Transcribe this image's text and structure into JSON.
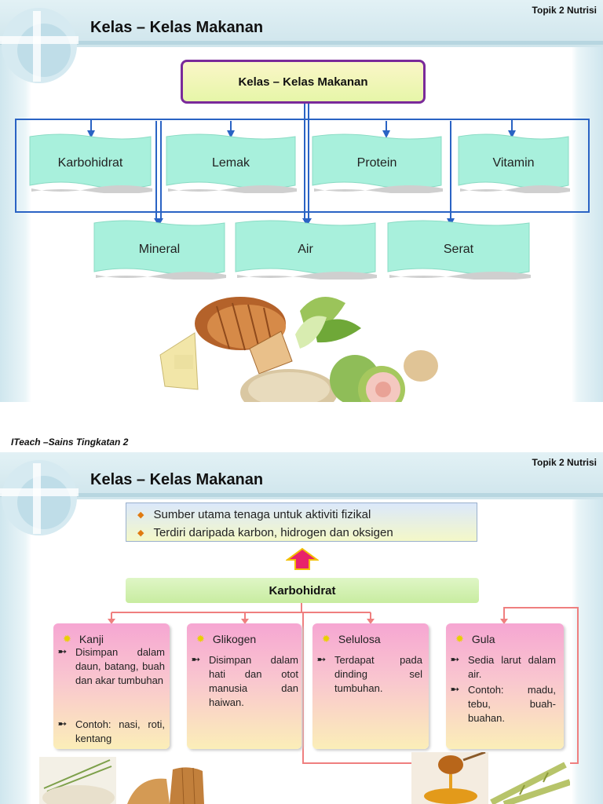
{
  "slide1": {
    "topik": "Topik 2 Nutrisi",
    "title": "Kelas – Kelas Makanan",
    "root": "Kelas – Kelas Makanan",
    "classes_row1": [
      "Karbohidrat",
      "Lemak",
      "Protein",
      "Vitamin"
    ],
    "classes_row2": [
      "Mineral",
      "Air",
      "Serat"
    ],
    "footer": "ITeach –Sains Tingkatan 2",
    "nav_icons": [
      "home-icon",
      "previous-icon",
      "next-icon"
    ]
  },
  "slide2": {
    "topik": "Topik 2 Nutrisi",
    "title": "Kelas – Kelas Makanan",
    "info": [
      "Sumber utama tenaga untuk aktiviti fizikal",
      "Terdiri daripada karbon, hidrogen dan oksigen"
    ],
    "main": "Karbohidrat",
    "cards": [
      {
        "name": "Kanji",
        "bullets": [
          "Disimpan dalam daun, batang, buah dan akar tumbuhan",
          "Contoh: nasi, roti, kentang"
        ]
      },
      {
        "name": "Glikogen",
        "bullets": [
          "Disimpan dalam hati dan otot manusia dan haiwan."
        ]
      },
      {
        "name": "Selulosa",
        "bullets": [
          "Terdapat pada dinding sel tumbuhan."
        ]
      },
      {
        "name": "Gula",
        "bullets": [
          "Sedia larut dalam air.",
          "Contoh: madu, tebu, buah-buahan."
        ]
      }
    ]
  },
  "colors": {
    "root_border": "#7a2a9a",
    "wave_fill": "#a8f0dc",
    "connector": "#2a63c4",
    "card_link": "#ef7f7f",
    "arrow_up": "#e8236a"
  }
}
